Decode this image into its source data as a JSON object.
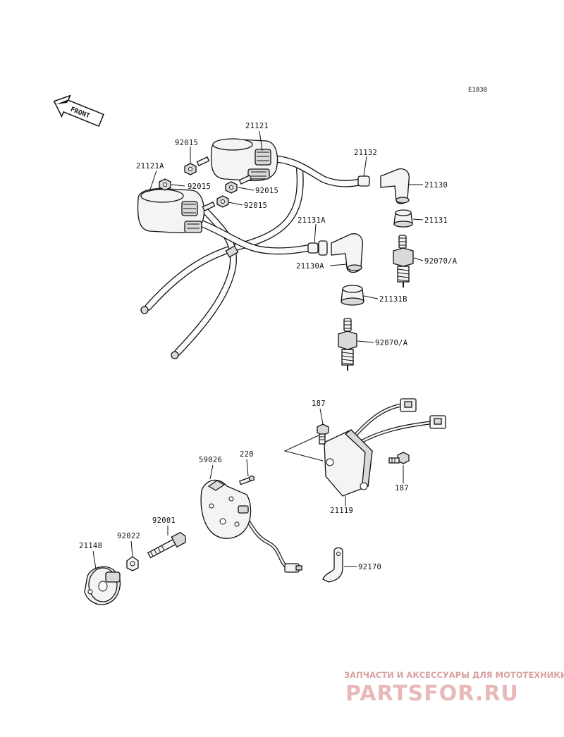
{
  "diagram_code": "E1830",
  "front_badge": "FRONT",
  "part_labels": {
    "p21121": "21121",
    "p21121a": "21121A",
    "p92015_a": "92015",
    "p92015_b": "92015",
    "p92015_c": "92015",
    "p92015_d": "92015",
    "p21132": "21132",
    "p21130": "21130",
    "p21131": "21131",
    "p21131a": "21131A",
    "p92070_1": "92070/A",
    "p21130a": "21130A",
    "p21131b": "21131B",
    "p92070_2": "92070/A",
    "p187_a": "187",
    "p187_b": "187",
    "p21119": "21119",
    "p59026": "59026",
    "p220": "220",
    "p92001": "92001",
    "p92022": "92022",
    "p21148": "21148",
    "p92170": "92170"
  },
  "watermark": {
    "caption": "ЗАПЧАСТИ И АКСЕССУАРЫ ДЛЯ МОТОТЕХНИКИ",
    "logo": "PARTSFOR.RU"
  }
}
